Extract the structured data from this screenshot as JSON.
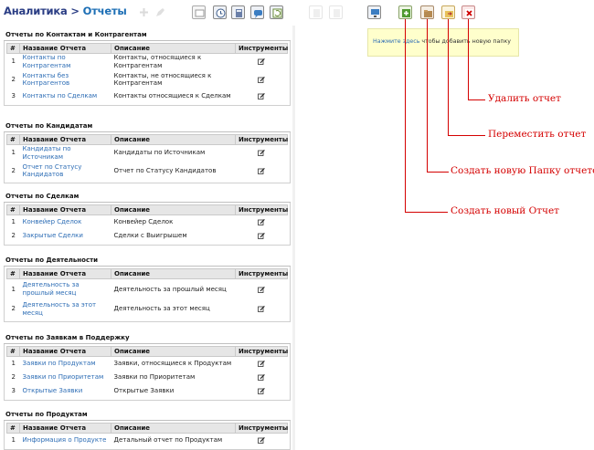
{
  "breadcrumb": {
    "root": "Аналитика",
    "sep": " > ",
    "current": "Отчеты"
  },
  "columns": {
    "num": "#",
    "name": "Название Отчета",
    "desc": "Описание",
    "tools": "Инструменты"
  },
  "sections": [
    {
      "title": "Отчеты по Контактам и Контрагентам",
      "rows": [
        {
          "num": "1",
          "name": "Контакты по Контрагентам",
          "desc": "Контакты, относящиеся к Контрагентам"
        },
        {
          "num": "2",
          "name": "Контакты без Контрагентов",
          "desc": "Контакты, не относящиеся к Контрагентам"
        },
        {
          "num": "3",
          "name": "Контакты по Сделкам",
          "desc": "Контакты относящиеся к Сделкам"
        }
      ]
    },
    {
      "title": "Отчеты по Кандидатам",
      "rows": [
        {
          "num": "1",
          "name": "Кандидаты по Источникам",
          "desc": "Кандидаты по Источникам"
        },
        {
          "num": "2",
          "name": "Отчет по Статусу Кандидатов",
          "desc": "Отчет по Статусу Кандидатов"
        }
      ]
    },
    {
      "title": "Отчеты по Сделкам",
      "rows": [
        {
          "num": "1",
          "name": "Конвейер Сделок",
          "desc": "Конвейер Сделок"
        },
        {
          "num": "2",
          "name": "Закрытые Сделки",
          "desc": "Сделки с Выигрышем"
        }
      ]
    },
    {
      "title": "Отчеты по Деятельности",
      "rows": [
        {
          "num": "1",
          "name": "Деятельность за прошлый месяц",
          "desc": "Деятельность за прошлый месяц"
        },
        {
          "num": "2",
          "name": "Деятельность за этот месяц",
          "desc": "Деятельность за этот месяц"
        }
      ]
    },
    {
      "title": "Отчеты по Заявкам в Поддержку",
      "rows": [
        {
          "num": "1",
          "name": "Заявки по Продуктам",
          "desc": "Заявки, относящиеся к Продуктам"
        },
        {
          "num": "2",
          "name": "Заявки по Приоритетам",
          "desc": "Заявки по Приоритетам"
        },
        {
          "num": "3",
          "name": "Открытые Заявки",
          "desc": "Открытые Заявки"
        }
      ]
    },
    {
      "title": "Отчеты по Продуктам",
      "rows": [
        {
          "num": "1",
          "name": "Информация о Продукте",
          "desc": "Детальный отчет по Продуктам"
        }
      ]
    }
  ],
  "hint": {
    "link": "Нажмите здесь",
    "text": " чтобы добавить новую папку"
  },
  "annotations": {
    "delete_report": "Удалить отчет",
    "move_report": "Переместить отчет",
    "create_folder": "Создать новую Папку отчетов",
    "create_report": "Создать новый Отчет"
  },
  "colors": {
    "accent_red": "#d40000",
    "link_blue": "#2d6db5",
    "hint_bg": "#ffffcc"
  }
}
